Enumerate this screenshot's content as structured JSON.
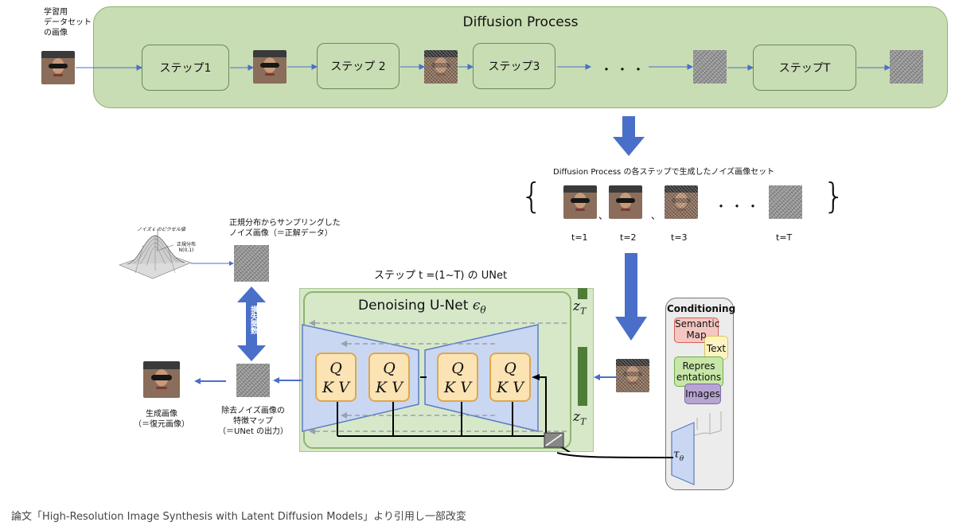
{
  "dataset_label": [
    "学習用",
    "データセット",
    "の画像"
  ],
  "diffusion": {
    "title": "Diffusion Process",
    "steps": [
      "ステップ1",
      "ステップ 2",
      "ステップ3",
      "ステップT"
    ],
    "ellipsis": "・・・"
  },
  "noise_set": {
    "title": "Diffusion Process の各ステップで生成したノイズ画像セット",
    "brace_left": "{",
    "brace_right": "}",
    "commas": [
      "、",
      "、"
    ],
    "ellipsis": "・・・",
    "labels": [
      "t=1",
      "t=2",
      "t=3",
      "t=T"
    ]
  },
  "gauss": {
    "label_top": "ノイズ ε のピクセル値",
    "label_dist": [
      "正規分布",
      "N(0,1)"
    ]
  },
  "gt_noise_label": [
    "正規分布からサンプリングした",
    "ノイズ画像（＝正解データ）"
  ],
  "loss_label": "損失関数",
  "unet_step_label": "ステップ t =(1~T) の UNet",
  "unet": {
    "title": "Denoising U-Net",
    "epsilon": "ϵ",
    "theta": "θ",
    "qkv_q": "Q",
    "qkv_kv": "K V",
    "z_top": "z",
    "z_bottom": "z",
    "z_sub": "T"
  },
  "denoised_label": [
    "除去ノイズ画像の",
    "特徴マップ",
    "（＝UNet の出力）"
  ],
  "generated_label": [
    "生成画像",
    "（＝復元画像）"
  ],
  "conditioning": {
    "title": "Conditioning",
    "semantic": [
      "Semantic",
      "Map"
    ],
    "text": "Text",
    "representations": [
      "Repres",
      "entations"
    ],
    "images": "Images",
    "tau": "τ",
    "tau_sub": "θ"
  },
  "caption": "論文「High-Resolution Image Synthesis with Latent Diffusion Models」より引用し一部改変",
  "colors": {
    "panel_green": "#c8ddb3",
    "arrow_blue": "#4a6fc9",
    "qkv_fill": "#fbe3b4",
    "qkv_border": "#e0a74b",
    "trapezoid": "#c9d7f3"
  }
}
